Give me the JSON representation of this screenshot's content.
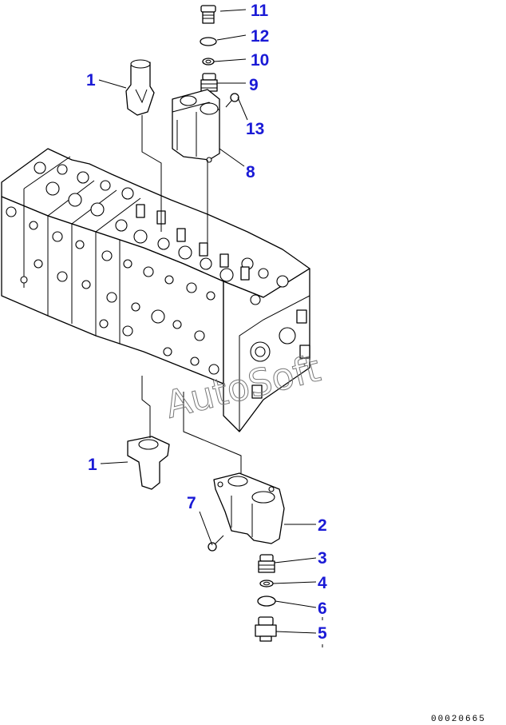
{
  "callouts": {
    "c11": "11",
    "c12": "12",
    "c10": "10",
    "c9": "9",
    "c13": "13",
    "c8": "8",
    "c1a": "1",
    "c1b": "1",
    "c7": "7",
    "c2": "2",
    "c3": "3",
    "c4": "4",
    "c6": "6",
    "c5": "5"
  },
  "watermark": "AutoSoft",
  "figure_number": "00020665",
  "colors": {
    "callout": "#1a1ad6",
    "line": "#000000",
    "watermark": "#777777"
  }
}
